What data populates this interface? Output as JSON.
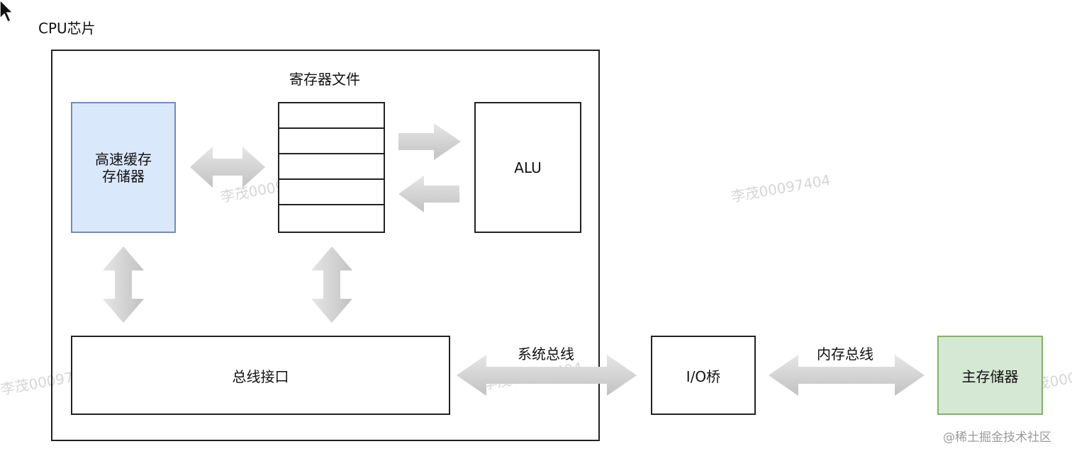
{
  "cpu_label": "CPU芯片",
  "register_file_label": "寄存器文件",
  "cache_label_line1": "高速缓存",
  "cache_label_line2": "存储器",
  "alu_label": "ALU",
  "bus_interface_label": "总线接口",
  "system_bus_label": "系统总线",
  "io_bridge_label": "I/O桥",
  "memory_bus_label": "内存总线",
  "main_memory_label": "主存储器",
  "watermark_text": "李茂00097404",
  "credit_text": "@稀土掘金技术社区",
  "register_rows": 5,
  "colors": {
    "cache_fill": "#dae8fc",
    "cache_border": "#6c8ebf",
    "memory_fill": "#d5e8d4",
    "memory_border": "#82b366",
    "arrow": "#cccccc"
  }
}
